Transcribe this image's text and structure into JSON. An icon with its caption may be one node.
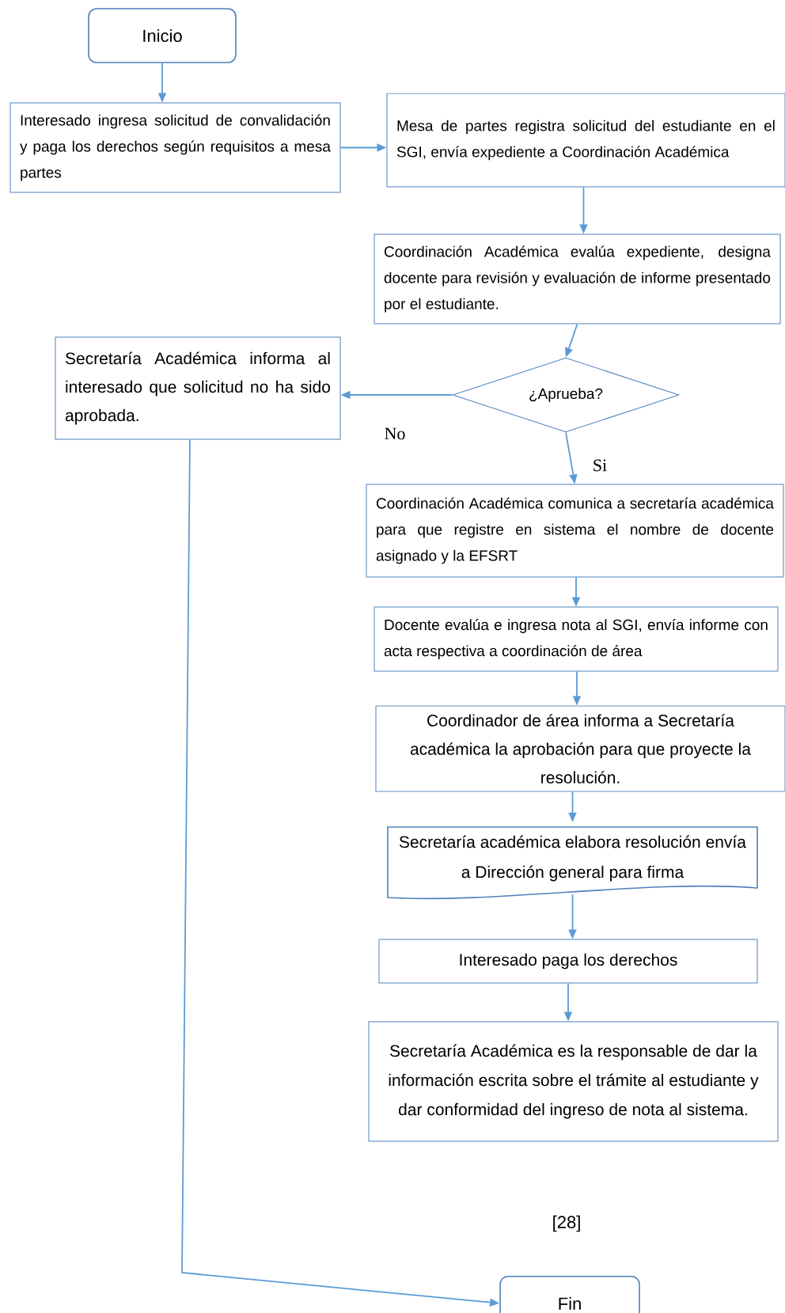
{
  "diagram": {
    "nodes": [
      {
        "text": [
          "Inicio"
        ]
      },
      {
        "text": [
          "Interesado ingresa solicitud de convalidación y paga los derechos según requisitos a mesa partes"
        ]
      },
      {
        "text": [
          "Mesa de partes registra solicitud del estudiante en el SGI, envía expediente a Coordinación Académica"
        ]
      },
      {
        "text": [
          "Coordinación Académica evalúa expediente, designa docente para revisión y evaluación de informe presentado por el estudiante."
        ]
      },
      {
        "text": [
          "Secretaría Académica informa al interesado que solicitud no ha sido aprobada."
        ]
      },
      {
        "text": [
          "¿Aprueba?"
        ]
      },
      {
        "text": [
          "Coordinación Académica comunica a secretaría académica para que registre en sistema el nombre de docente asignado y la EFSRT"
        ]
      },
      {
        "text": [
          "Docente evalúa e ingresa nota al SGI, envía informe con acta respectiva a coordinación de área"
        ]
      },
      {
        "text": [
          "Coordinador de área informa a Secretaría académica la aprobación para que proyecte la resolución."
        ]
      },
      {
        "text": [
          "Secretaría académica elabora resolución envía a Dirección general para firma"
        ]
      },
      {
        "text": [
          "Interesado paga los derechos"
        ]
      },
      {
        "text": [
          "Secretaría Académica es la responsable de dar la información escrita sobre el trámite al estudiante y dar conformidad del ingreso de nota al sistema."
        ]
      },
      {
        "text": [
          "Fin"
        ]
      }
    ],
    "edges": [
      {
        "from": 0,
        "to": 1,
        "arrow": "to"
      },
      {
        "from": 1,
        "to": 2,
        "arrow": "to"
      },
      {
        "from": 2,
        "to": 3,
        "arrow": "to"
      },
      {
        "from": 3,
        "to": 5,
        "arrow": "to"
      },
      {
        "from": 5,
        "to": 4,
        "arrow": "to",
        "label": "No"
      },
      {
        "from": 5,
        "to": 6,
        "arrow": "to",
        "label": "Si"
      },
      {
        "from": 6,
        "to": 7,
        "arrow": "to"
      },
      {
        "from": 7,
        "to": 8,
        "arrow": "to"
      },
      {
        "from": 8,
        "to": 9,
        "arrow": "to"
      },
      {
        "from": 9,
        "to": 10,
        "arrow": "to"
      },
      {
        "from": 10,
        "to": 11,
        "arrow": "to"
      },
      {
        "from": 4,
        "to": 12,
        "arrow": "to"
      }
    ],
    "labels": [
      "[28]"
    ]
  }
}
